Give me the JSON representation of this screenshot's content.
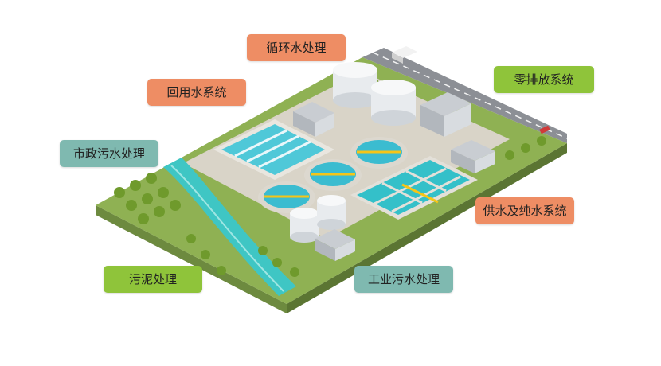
{
  "labels": {
    "circulating_water": "循环水处理",
    "reclaimed_water": "回用水系统",
    "zero_discharge": "零排放系统",
    "municipal_sewage": "市政污水处理",
    "supply_pure_water": "供水及纯水系统",
    "sludge": "污泥处理",
    "industrial_sewage": "工业污水处理"
  },
  "colors": {
    "orange": "#ee8d64",
    "green": "#8fc43a",
    "teal": "#7fb9b0",
    "ground": "#8fb153",
    "road": "#8c8f95",
    "water": "#3fc6c4"
  }
}
